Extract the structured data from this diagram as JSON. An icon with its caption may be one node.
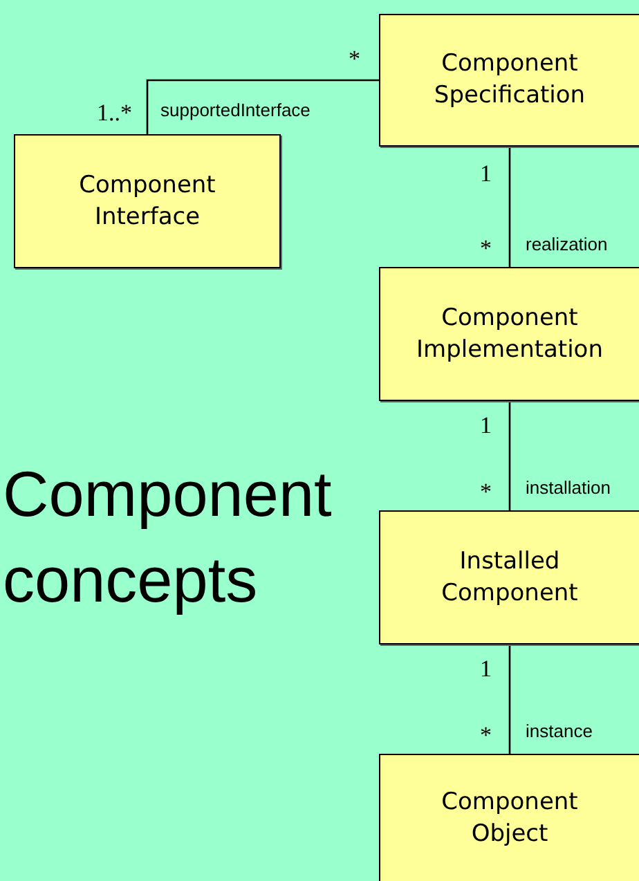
{
  "diagram": {
    "title": "Component concepts",
    "nodes": [
      {
        "text": [
          "Component Specification"
        ]
      },
      {
        "text": [
          "Component Interface"
        ]
      },
      {
        "text": [
          "Component Implementation"
        ]
      },
      {
        "text": [
          "Installed Component"
        ]
      },
      {
        "text": [
          "Component Object"
        ]
      }
    ],
    "edges": [
      {
        "from": 0,
        "to": 1,
        "arrow": "none",
        "label": "supportedInterface"
      },
      {
        "from": 0,
        "to": 2,
        "arrow": "none",
        "label": "realization"
      },
      {
        "from": 2,
        "to": 3,
        "arrow": "none",
        "label": "installation"
      },
      {
        "from": 3,
        "to": 4,
        "arrow": "none",
        "label": "instance"
      }
    ],
    "labels": [
      "*",
      "1..*",
      "1",
      "*",
      "1",
      "*",
      "1",
      "*"
    ]
  }
}
